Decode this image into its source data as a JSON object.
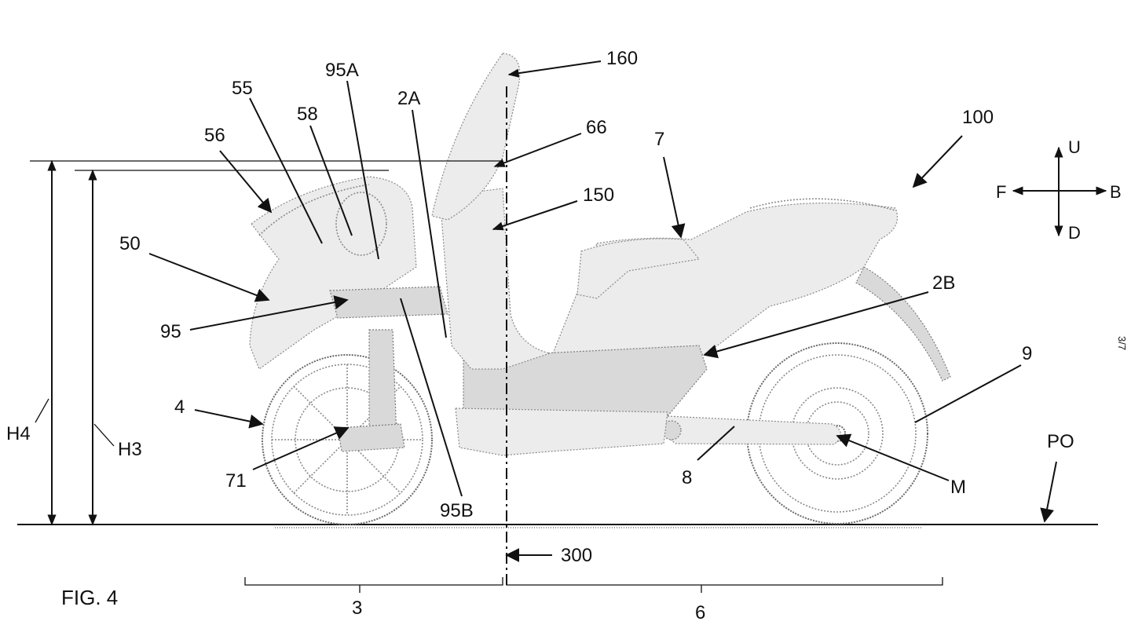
{
  "figure": {
    "title": "FIG. 4",
    "sheet": "3/7",
    "directions": {
      "up": "U",
      "down": "D",
      "front": "F",
      "back": "B"
    },
    "labels": {
      "l160": "160",
      "l100": "100",
      "l95A": "95A",
      "l55": "55",
      "l58": "58",
      "l2A": "2A",
      "l66": "66",
      "l56": "56",
      "l7": "7",
      "l150": "150",
      "l50": "50",
      "l2B": "2B",
      "l95": "95",
      "l9": "9",
      "l4": "4",
      "l71": "71",
      "l8": "8",
      "lM": "M",
      "lPO": "PO",
      "l95B": "95B",
      "l300": "300",
      "lH4": "H4",
      "lH3": "H3",
      "l3": "3",
      "l6": "6"
    }
  }
}
